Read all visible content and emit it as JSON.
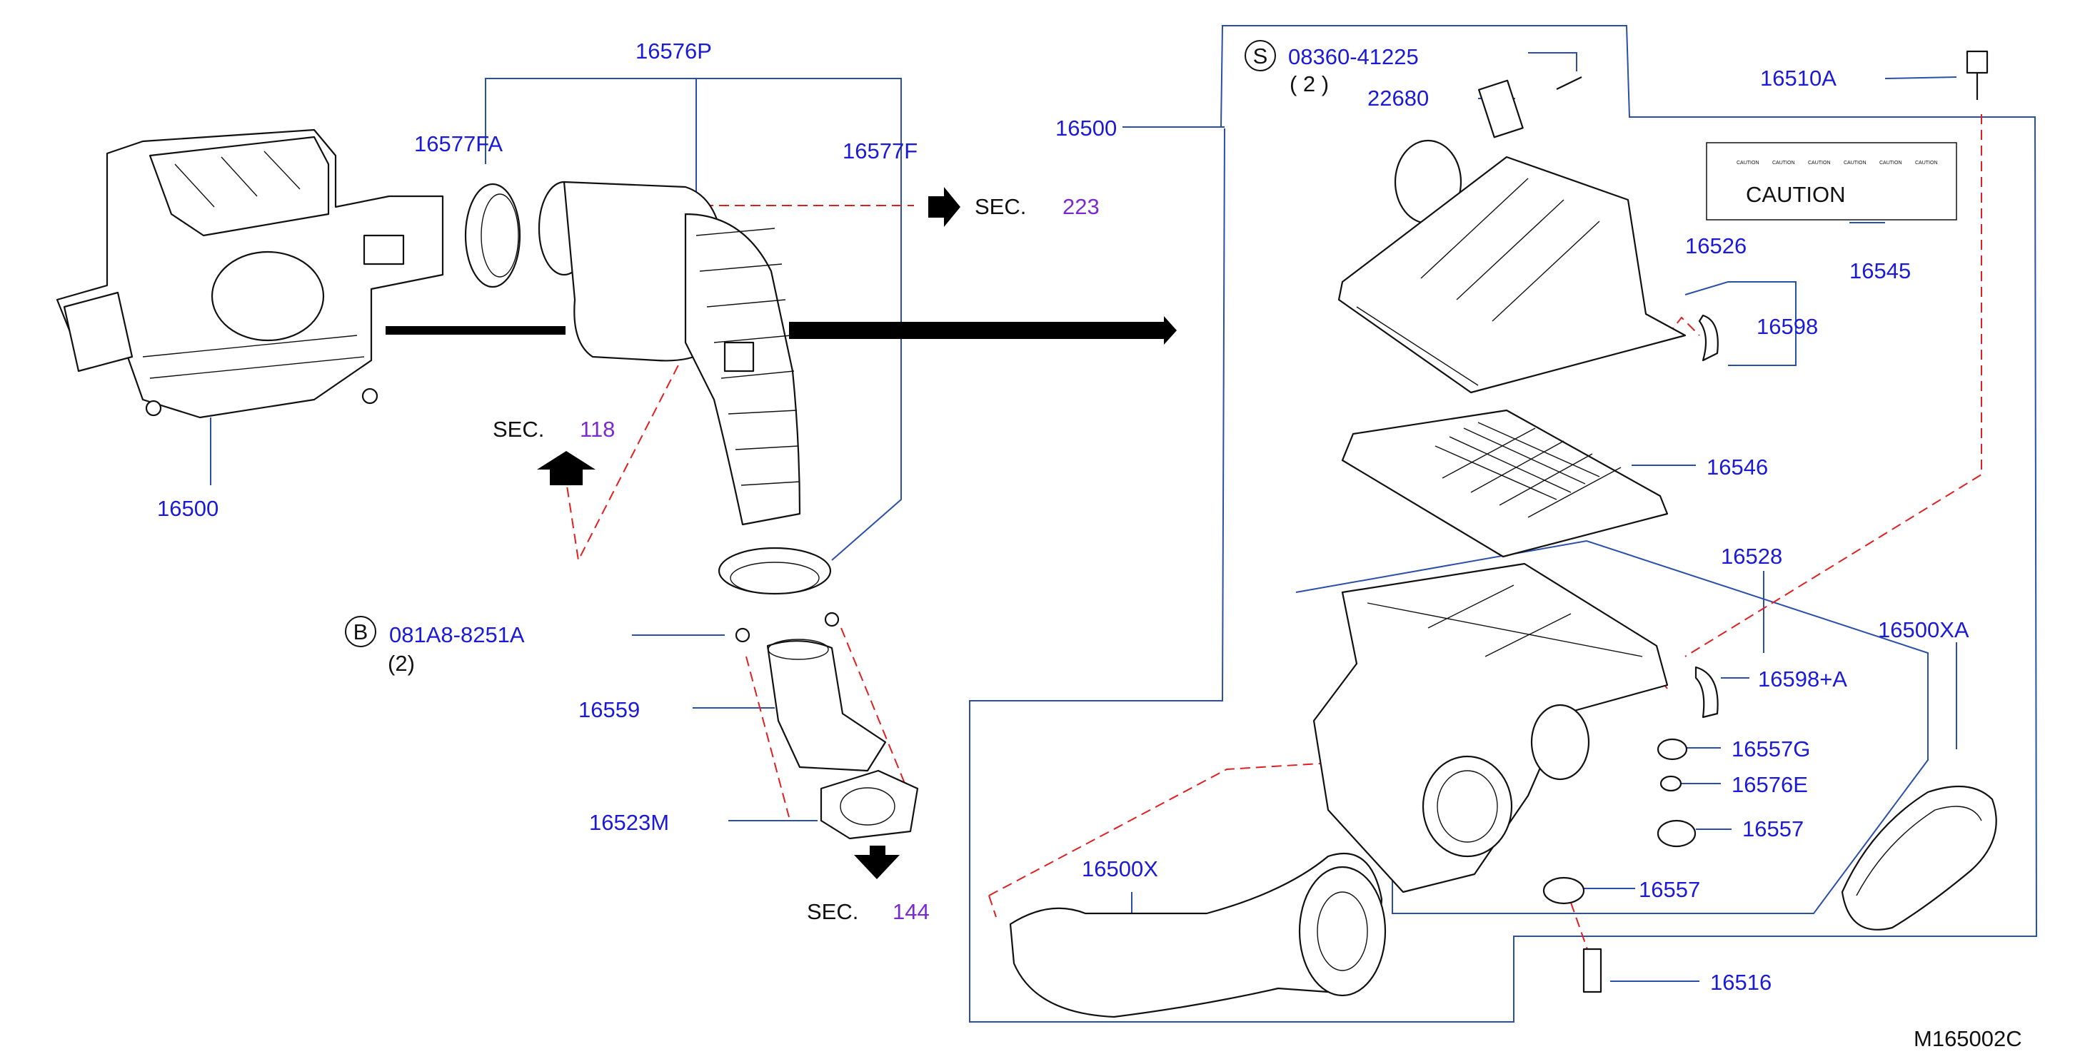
{
  "diagram_code": "M165002C",
  "colors": {
    "part_number": "#1a1ad8",
    "section_number": "#7a2ad0",
    "leader_line": "#2a4fa8",
    "dashed_line": "#e02020",
    "drawing": "#111111"
  },
  "parts": {
    "p16576P": "16576P",
    "p16577FA": "16577FA",
    "p16577F": "16577F",
    "p16500_top": "16500",
    "p16500_left": "16500",
    "p08360": "08360-41225",
    "p08360_qty": "( 2 )",
    "p22680": "22680",
    "p16510A": "16510A",
    "p16545": "16545",
    "p16526": "16526",
    "p16598": "16598",
    "p16546": "16546",
    "p16528": "16528",
    "p16500XA": "16500XA",
    "p16598A": "16598+A",
    "p16557G": "16557G",
    "p16576E": "16576E",
    "p16557_a": "16557",
    "p16557_b": "16557",
    "p16516": "16516",
    "p16500X": "16500X",
    "p081A8": "081A8-8251A",
    "p081A8_qty": "(2)",
    "p16559": "16559",
    "p16523M": "16523M"
  },
  "symbols": {
    "S": "S",
    "B": "B"
  },
  "sections": [
    {
      "label": "SEC.",
      "number": "223"
    },
    {
      "label": "SEC.",
      "number": "118"
    },
    {
      "label": "SEC.",
      "number": "144"
    }
  ],
  "caution_label": {
    "title": "CAUTION",
    "small_items": [
      "CAUTION",
      "CAUTION",
      "CAUTION",
      "CAUTION",
      "CAUTION",
      "CAUTION"
    ]
  }
}
